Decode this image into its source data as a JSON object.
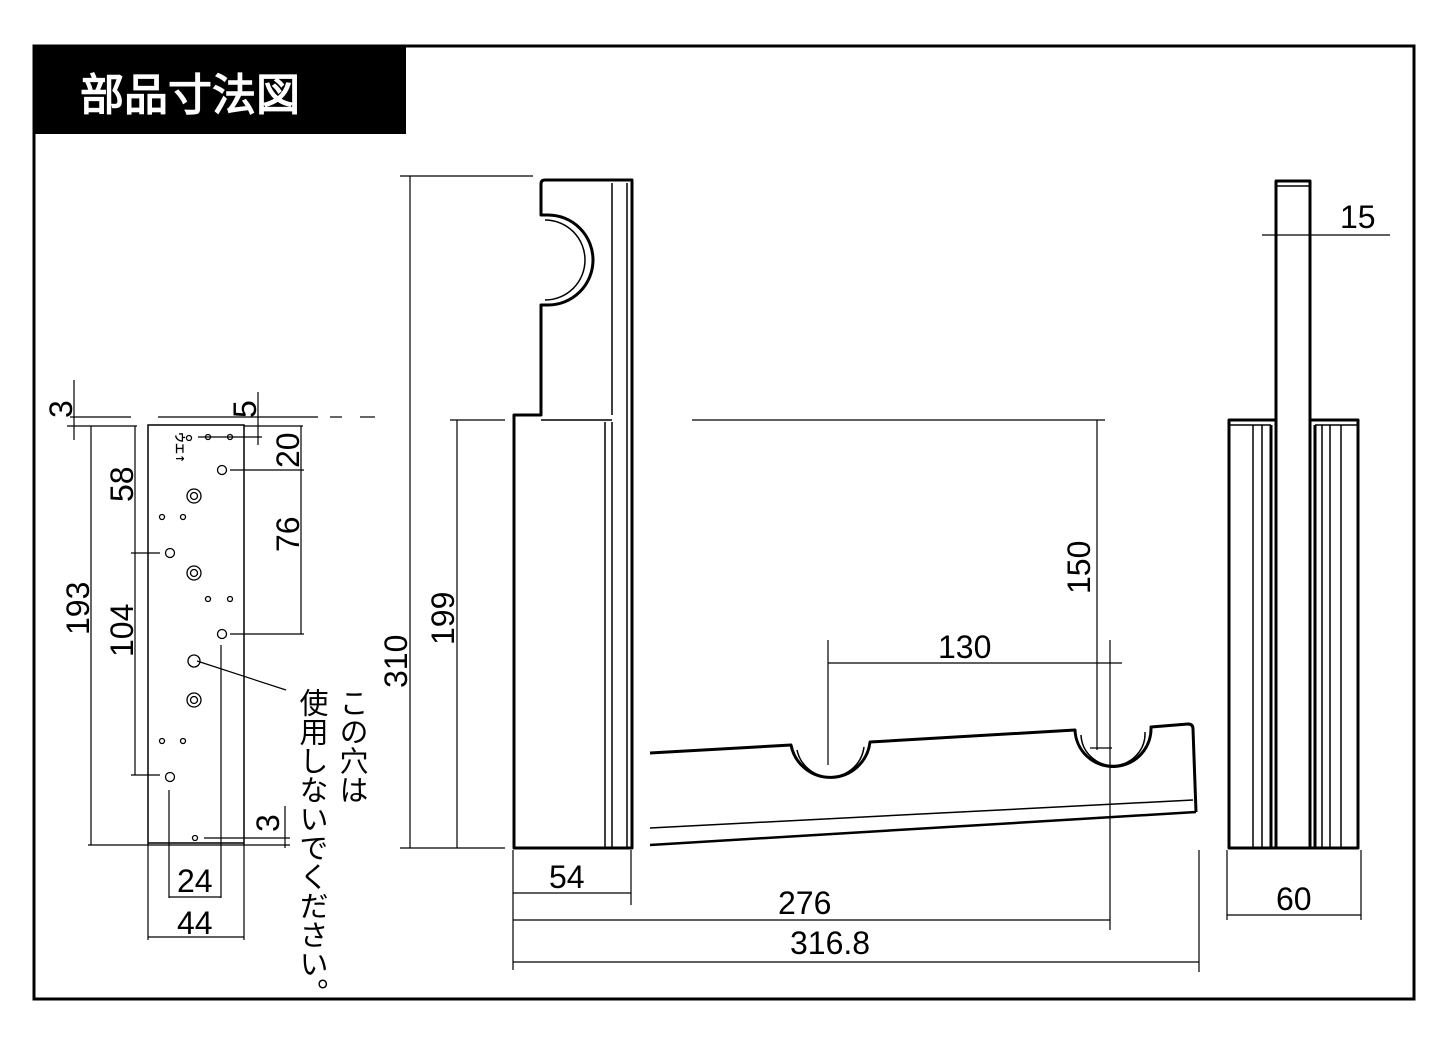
{
  "title": "部品寸法図",
  "plate": {
    "orientation_label": "ウエ↑",
    "dims": {
      "top_offset": "3",
      "top_right": "5",
      "d20": "20",
      "d76": "76",
      "d58": "58",
      "d104": "104",
      "d193": "193",
      "bottom_offset": "3",
      "d24": "24",
      "d44": "44"
    },
    "note": [
      "この穴は",
      "使用しないでください。"
    ]
  },
  "side_view": {
    "dims": {
      "height": "310",
      "lower_height": "199",
      "depth": "54"
    }
  },
  "rack_view": {
    "dims": {
      "pitch": "130",
      "rise": "150",
      "length": "276",
      "total_length": "316.8"
    }
  },
  "front_view": {
    "dims": {
      "thickness": "15",
      "width": "60"
    }
  }
}
